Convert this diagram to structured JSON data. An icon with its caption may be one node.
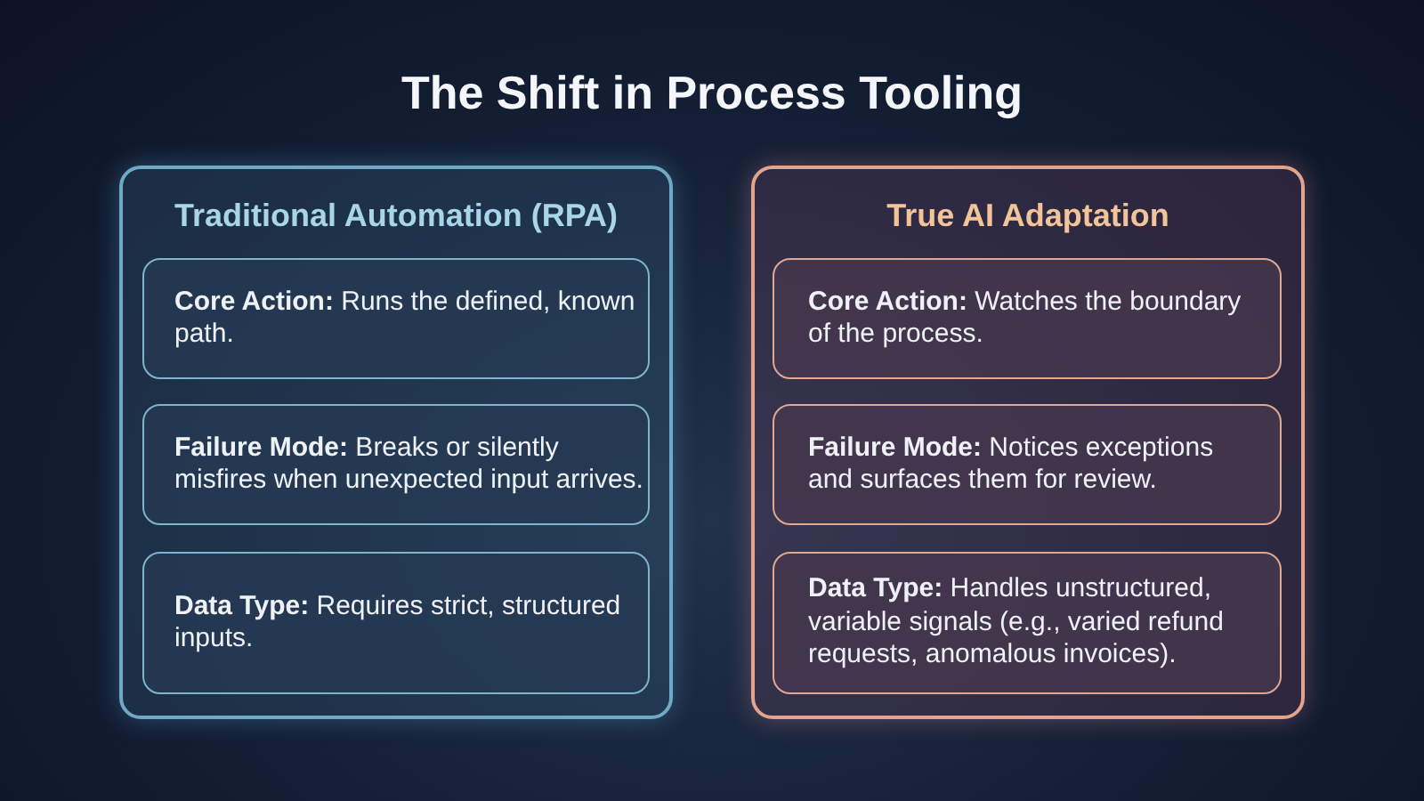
{
  "diagram": {
    "title": "The Shift in Process Tooling",
    "nodes": [
      {
        "text": [
          "Traditional Automation (RPA)"
        ]
      },
      {
        "text": [
          "**Core Action:** Runs the defined, known path."
        ],
        "in": 0
      },
      {
        "text": [
          "**Failure Mode:** Breaks or silently misfires when unexpected input arrives."
        ],
        "in": 0
      },
      {
        "text": [
          "**Data Type:** Requires strict, structured inputs."
        ],
        "in": 0
      },
      {
        "text": [
          "True AI Adaptation"
        ]
      },
      {
        "text": [
          "**Core Action:** Watches the boundary of the process."
        ],
        "in": 4
      },
      {
        "text": [
          "**Failure Mode:** Notices exceptions and surfaces them for review."
        ],
        "in": 4
      },
      {
        "text": [
          "**Data Type:** Handles unstructured, variable signals (e.g., varied refund requests, anomalous invoices)."
        ],
        "in": 4
      }
    ]
  }
}
